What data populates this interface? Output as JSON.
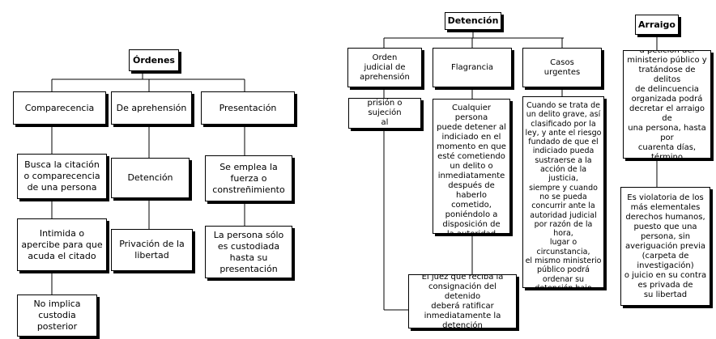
{
  "ordenes": {
    "title": "Órdenes",
    "columns": [
      {
        "header": "Comparecencia",
        "items": [
          "Busca la citación\no comparecencia\nde una persona",
          "Intimida o\napercibe para que\nacuda el citado",
          "No implica\ncustodia\nposterior"
        ]
      },
      {
        "header": "De aprehensión",
        "items": [
          "Detención",
          "Privación de la\nlibertad"
        ]
      },
      {
        "header": "Presentación",
        "items": [
          "Se emplea la\nfuerza o\nconstreñimiento",
          "La persona sólo\nes custodiada\nhasta su\npresentación"
        ]
      }
    ]
  },
  "detencion": {
    "title": "Detención",
    "columns": [
      {
        "header": "Orden\njudicial de\naprehensión",
        "detail": "Auto de formal\nprisión o sujeción\nal procedimiento"
      },
      {
        "header": "Flagrancia",
        "detail": "Cualquier persona\npuede detener al\nindiciado en el\nmomento en que\nesté cometiendo\nun delito o\ninmediatamente\ndespués de\nhaberlo cometido,\nponiéndolo a\ndisposición de\nla autoridad\ninmediata"
      },
      {
        "header": "Casos\nurgentes",
        "detail": "Cuando se trata de\nun delito grave, así\nclasificado por la\nley, y ante el riesgo\nfundado de que el\nindiciado pueda\nsustraerse a la\nacción de la justicia,\nsiempre y cuando\nno se pueda\nconcurrir ante la\nautoridad judicial\npor razón de la hora,\nlugar o circunstancia,\nel mismo ministerio\npúblico podrá\nordenar su\ndetención bajo\nsu responsabilidad"
      }
    ],
    "note": "El juez que reciba la\nconsignación del detenido\ndeberá ratificar\ninmediatamente la\ndetención"
  },
  "arraigo": {
    "title": "Arraigo",
    "detail1": "La autoridad judicial,\na petición del\nministerio público y\ntratándose de delitos\nde delincuencia\norganizada podrá\ndecretar el arraigo de\nuna persona, hasta por\ncuarenta días, término\nque se puede duplicar",
    "detail2": "Es violatoria de los\nmás elementales\nderechos humanos,\npuesto que una\npersona, sin\naveriguación previa\n(carpeta de\ninvestigación)\no juicio en su contra\nes privada de\nsu libertad"
  }
}
